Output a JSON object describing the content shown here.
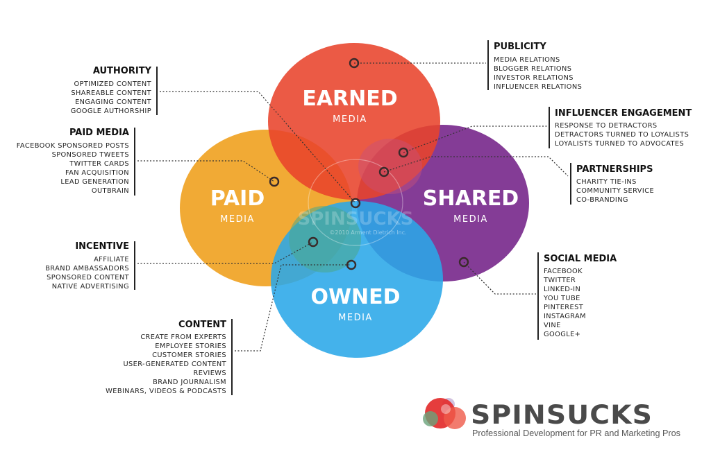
{
  "circles": {
    "earned": {
      "title": "EARNED",
      "subtitle": "MEDIA",
      "color": "#e8432b"
    },
    "paid": {
      "title": "PAID",
      "subtitle": "MEDIA",
      "color": "#f0a426"
    },
    "shared": {
      "title": "SHARED",
      "subtitle": "MEDIA",
      "color": "#7b2d8e"
    },
    "owned": {
      "title": "OWNED",
      "subtitle": "MEDIA",
      "color": "#2aa7e8"
    }
  },
  "watermark": {
    "text": "SPINSUCKS",
    "copyright": "©2010 Arment Dietrich Inc."
  },
  "groups": {
    "authority": {
      "title": "AUTHORITY",
      "items": [
        "OPTIMIZED CONTENT",
        "SHAREABLE CONTENT",
        "ENGAGING CONTENT",
        "GOOGLE AUTHORSHIP"
      ]
    },
    "paid_media": {
      "title": "PAID MEDIA",
      "items": [
        "FACEBOOK SPONSORED POSTS",
        "SPONSORED TWEETS",
        "TWITTER CARDS",
        "FAN ACQUISITION",
        "LEAD GENERATION",
        "OUTBRAIN"
      ]
    },
    "incentive": {
      "title": "INCENTIVE",
      "items": [
        "AFFILIATE",
        "BRAND AMBASSADORS",
        "SPONSORED CONTENT",
        "NATIVE ADVERTISING"
      ]
    },
    "content": {
      "title": "CONTENT",
      "items": [
        "CREATE FROM EXPERTS",
        "EMPLOYEE STORIES",
        "CUSTOMER STORIES",
        "USER-GENERATED CONTENT",
        "REVIEWS",
        "BRAND JOURNALISM",
        "WEBINARS, VIDEOS & PODCASTS"
      ]
    },
    "publicity": {
      "title": "PUBLICITY",
      "items": [
        "MEDIA RELATIONS",
        "BLOGGER RELATIONS",
        "INVESTOR RELATIONS",
        "INFLUENCER RELATIONS"
      ]
    },
    "influencer": {
      "title": "INFLUENCER ENGAGEMENT",
      "items": [
        "RESPONSE TO DETRACTORS",
        "DETRACTORS TURNED TO LOYALISTS",
        "LOYALISTS TURNED TO ADVOCATES"
      ]
    },
    "partnerships": {
      "title": "PARTNERSHIPS",
      "items": [
        "CHARITY TIE-INS",
        "COMMUNITY SERVICE",
        "CO-BRANDING"
      ]
    },
    "social_media": {
      "title": "SOCIAL MEDIA",
      "items": [
        "FACEBOOK",
        "TWITTER",
        "LINKED-IN",
        "YOU TUBE",
        "PINTEREST",
        "INSTAGRAM",
        "VINE",
        "GOOGLE+"
      ]
    }
  },
  "logo": {
    "name": "SPINSUCKS",
    "tagline": "Professional Development for PR and Marketing Pros",
    "icon": "bubbles-logo-icon"
  }
}
